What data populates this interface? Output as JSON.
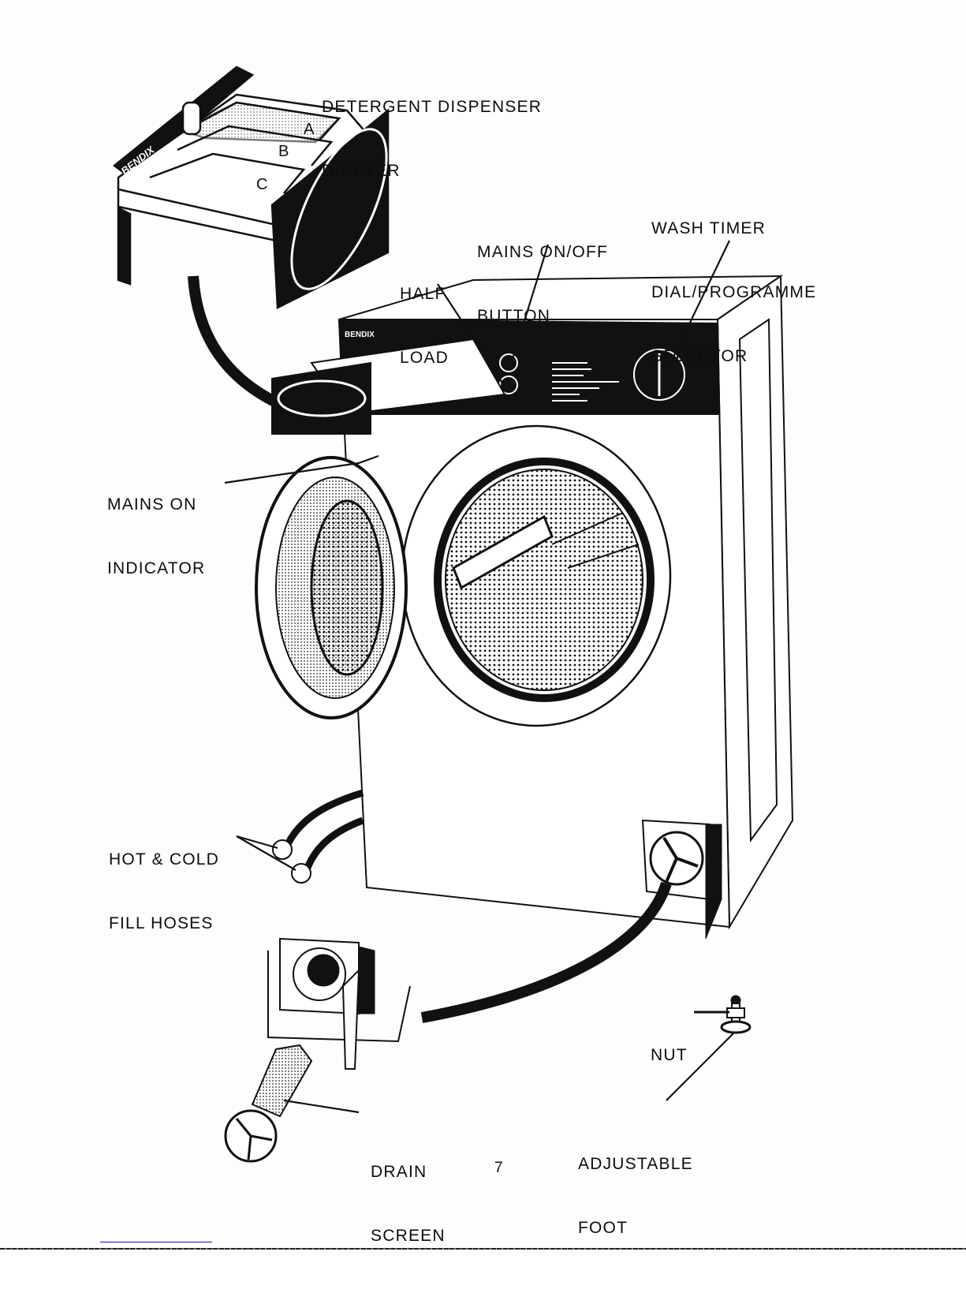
{
  "page": {
    "page_number": "7",
    "brand_mark": "BENDIX"
  },
  "labels": {
    "detergent_drawer": [
      "DETERGENT DISPENSER",
      "DRAWER"
    ],
    "mains_on_off": [
      "MAINS ON/OFF",
      "BUTTON"
    ],
    "wash_timer": [
      "WASH TIMER",
      "DIAL/PROGRAMME",
      "SELECTOR"
    ],
    "half_load": [
      "HALF",
      "LOAD"
    ],
    "mains_indicator": [
      "MAINS ON",
      "INDICATOR"
    ],
    "fill_hoses": [
      "HOT & COLD",
      "FILL HOSES"
    ],
    "nut": [
      "NUT"
    ],
    "drain_screen": [
      "DRAIN",
      "SCREEN"
    ],
    "adjustable_foot": [
      "ADJUSTABLE",
      "FOOT"
    ]
  },
  "drawer_compartments": [
    "A",
    "B",
    "C"
  ]
}
